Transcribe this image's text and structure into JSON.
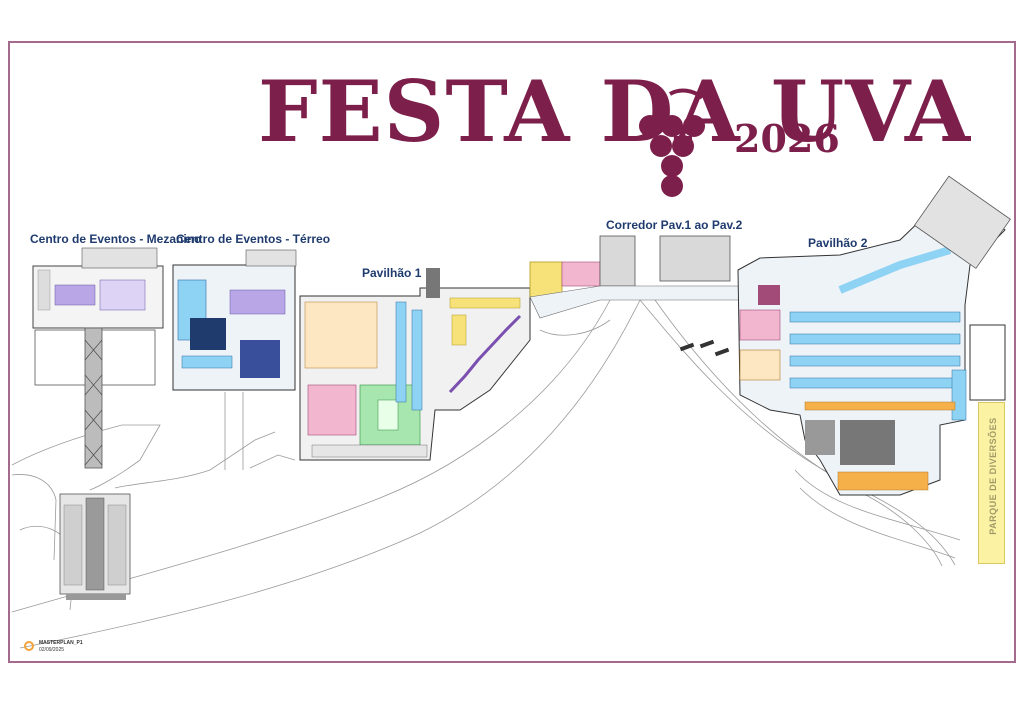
{
  "header": {
    "title": "FESTA DA UVA",
    "year": "2026",
    "grape_icon": "grape-cluster-icon",
    "brand_color": "#7d1f4b"
  },
  "areas": {
    "mezanino": "Centro de Eventos - Mezanino",
    "terreo": "Centro de Eventos - Térreo",
    "pavilhao1": "Pavilhão 1",
    "corredor": "Corredor Pav.1 ao Pav.2",
    "pavilhao2": "Pavilhão 2",
    "parque": "PARQUE DE DIVERSÕES"
  },
  "credit": {
    "name": "MASTERPLAN_P1",
    "date": "02/09/2025",
    "logo_icon": "masterplan-logo-icon"
  },
  "colors": {
    "label": "#1f3b6e",
    "frame": "#a46a8e",
    "booth_blue": "#8fd3f4",
    "booth_purple": "#b8a6e6",
    "booth_pink": "#f3b6cf",
    "booth_green": "#a8e6b0",
    "booth_yellow": "#f7e27a",
    "booth_orange": "#f5b04a",
    "park_yellow": "#fbf2a4"
  }
}
